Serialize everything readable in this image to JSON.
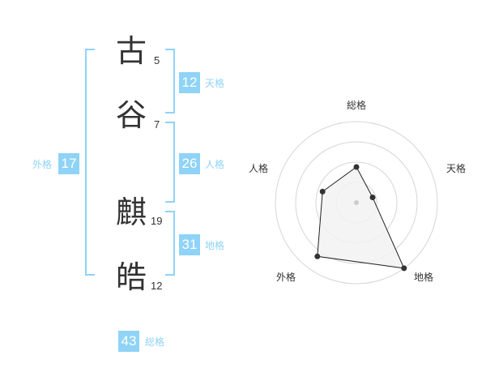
{
  "name": {
    "chars": [
      {
        "char": "古",
        "strokes": "5"
      },
      {
        "char": "谷",
        "strokes": "7"
      },
      {
        "char": "麒",
        "strokes": "19"
      },
      {
        "char": "皓",
        "strokes": "12"
      }
    ]
  },
  "fortunes": {
    "tenkaku": {
      "value": "12",
      "label": "天格"
    },
    "jinkaku": {
      "value": "26",
      "label": "人格"
    },
    "chikaku": {
      "value": "31",
      "label": "地格"
    },
    "gaikaku": {
      "value": "17",
      "label": "外格"
    },
    "soukaku": {
      "value": "43",
      "label": "総格"
    }
  },
  "accent_color": "#8fd3f7",
  "chart_data": {
    "type": "radar",
    "axes": [
      "総格",
      "天格",
      "地格",
      "外格",
      "人格"
    ],
    "values": [
      0.44,
      0.21,
      1.0,
      0.82,
      0.44
    ],
    "range": [
      0,
      1
    ],
    "rings": 4,
    "grid": true,
    "fill_color": "#f2f2f2",
    "line_color": "#222222"
  }
}
